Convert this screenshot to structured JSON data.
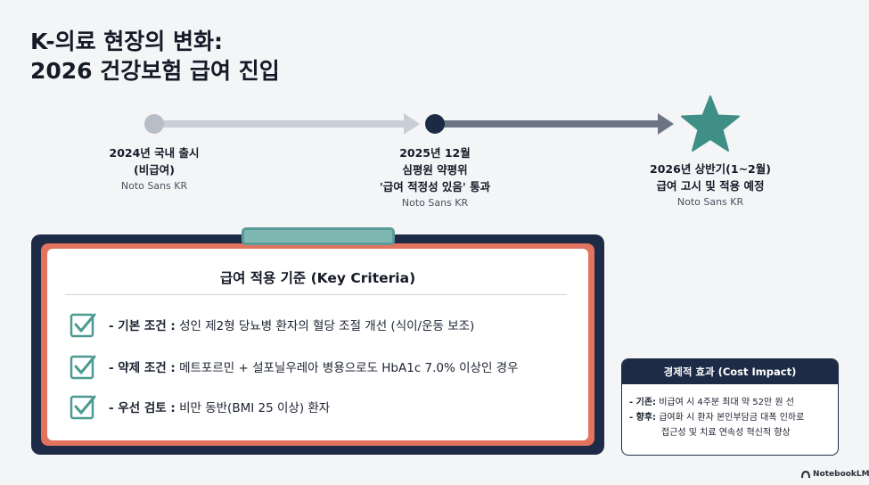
{
  "title": {
    "line1": "K-의료 현장의 변화:",
    "line2": "2026 건강보험 급여 진입"
  },
  "timeline": {
    "milestones": [
      {
        "lines": [
          "2024년 국내 출시",
          "(비급여)"
        ],
        "font_note": "Noto Sans KR"
      },
      {
        "lines": [
          "2025년 12월",
          "심평원 약평위",
          "'급여 적정성 있음' 통과"
        ],
        "font_note": "Noto Sans KR"
      },
      {
        "lines": [
          "2026년 상반기(1~2월)",
          "급여 고시 및 적용 예정"
        ],
        "font_note": "Noto Sans KR"
      }
    ]
  },
  "criteria": {
    "title": "급여 적용 기준 (Key Criteria)",
    "items": [
      {
        "label": "- 기본 조건 :",
        "text": " 성인 제2형 당뇨병 환자의 혈당 조절 개선 (식이/운동 보조)"
      },
      {
        "label": "- 약제 조건 :",
        "text": " 메트포르민 + 설포닐우레아 병용으로도 HbA1c 7.0% 이상인 경우"
      },
      {
        "label": "- 우선 검토 :",
        "text": " 비만 동반(BMI 25 이상) 환자"
      }
    ]
  },
  "cost": {
    "title": "경제적 효과 (Cost Impact)",
    "row1_label": "- 기존:",
    "row1_text": " 비급여 시 4주분 최대 약 52만 원 선",
    "row2_label": "- 향후:",
    "row2_text": " 급여화 시 환자 본인부담금 대폭 인하로",
    "row2_cont": "접근성 및 치료 연속성 혁신적 향상"
  },
  "brand": "NotebookLM",
  "colors": {
    "navy": "#1e2b47",
    "teal": "#3f8f86",
    "coral": "#e2735f",
    "check": "#4c9a92"
  }
}
